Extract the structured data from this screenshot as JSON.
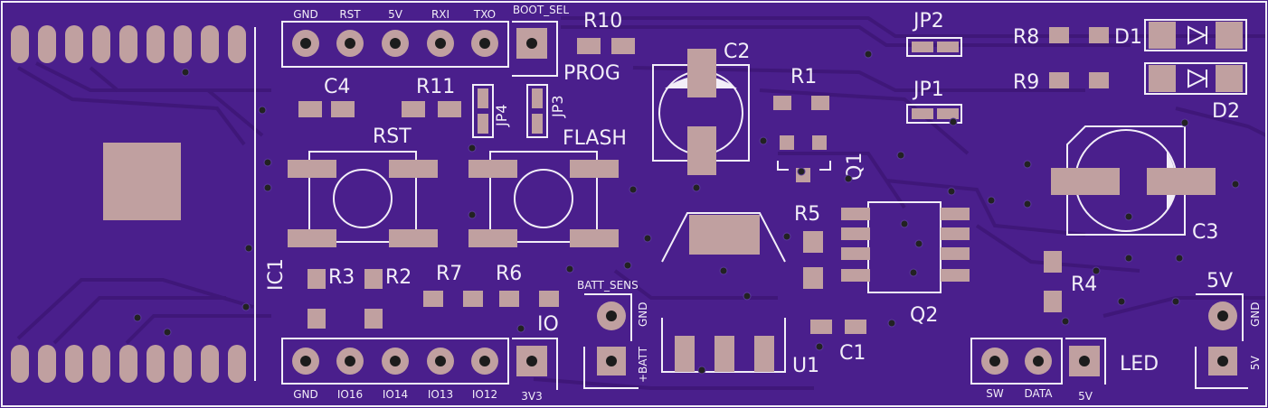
{
  "board": {
    "colors": {
      "substrate": "#4a1f8c",
      "trace": "#3f1779",
      "silk": "#f2eef8",
      "pad": "#c0a0a0",
      "via": "#222222"
    }
  },
  "header_top": {
    "pins": [
      "GND",
      "RST",
      "5V",
      "RXI",
      "TXO"
    ],
    "boot_label": "BOOT_SEL",
    "prog_label": "PROG"
  },
  "header_bottom": {
    "pins": [
      "GND",
      "IO16",
      "IO14",
      "IO13",
      "IO12"
    ],
    "v_label": "3V3",
    "io_label": "IO"
  },
  "refs": {
    "r10": "R10",
    "r11": "R11",
    "c4": "C4",
    "jp4": "JP4",
    "jp3": "JP3",
    "c2": "C2",
    "r1": "R1",
    "q1": "Q1",
    "jp2": "JP2",
    "jp1": "JP1",
    "r8": "R8",
    "r9": "R9",
    "d1": "D1",
    "d2": "D2",
    "c3": "C3",
    "rst": "RST",
    "flash": "FLASH",
    "ic1": "IC1",
    "r5": "R5",
    "r3": "R3",
    "r2": "R2",
    "r7": "R7",
    "r6": "R6",
    "q2": "Q2",
    "r4": "R4",
    "u1": "U1",
    "c1": "C1"
  },
  "batt": {
    "label": "BATT_SENS",
    "gnd": "GND",
    "plus": "+BATT"
  },
  "led_conn": {
    "sw": "SW",
    "data": "DATA",
    "v": "5V",
    "label": "LED"
  },
  "power_conn": {
    "label": "5V",
    "gnd": "GND",
    "v": "5V"
  }
}
